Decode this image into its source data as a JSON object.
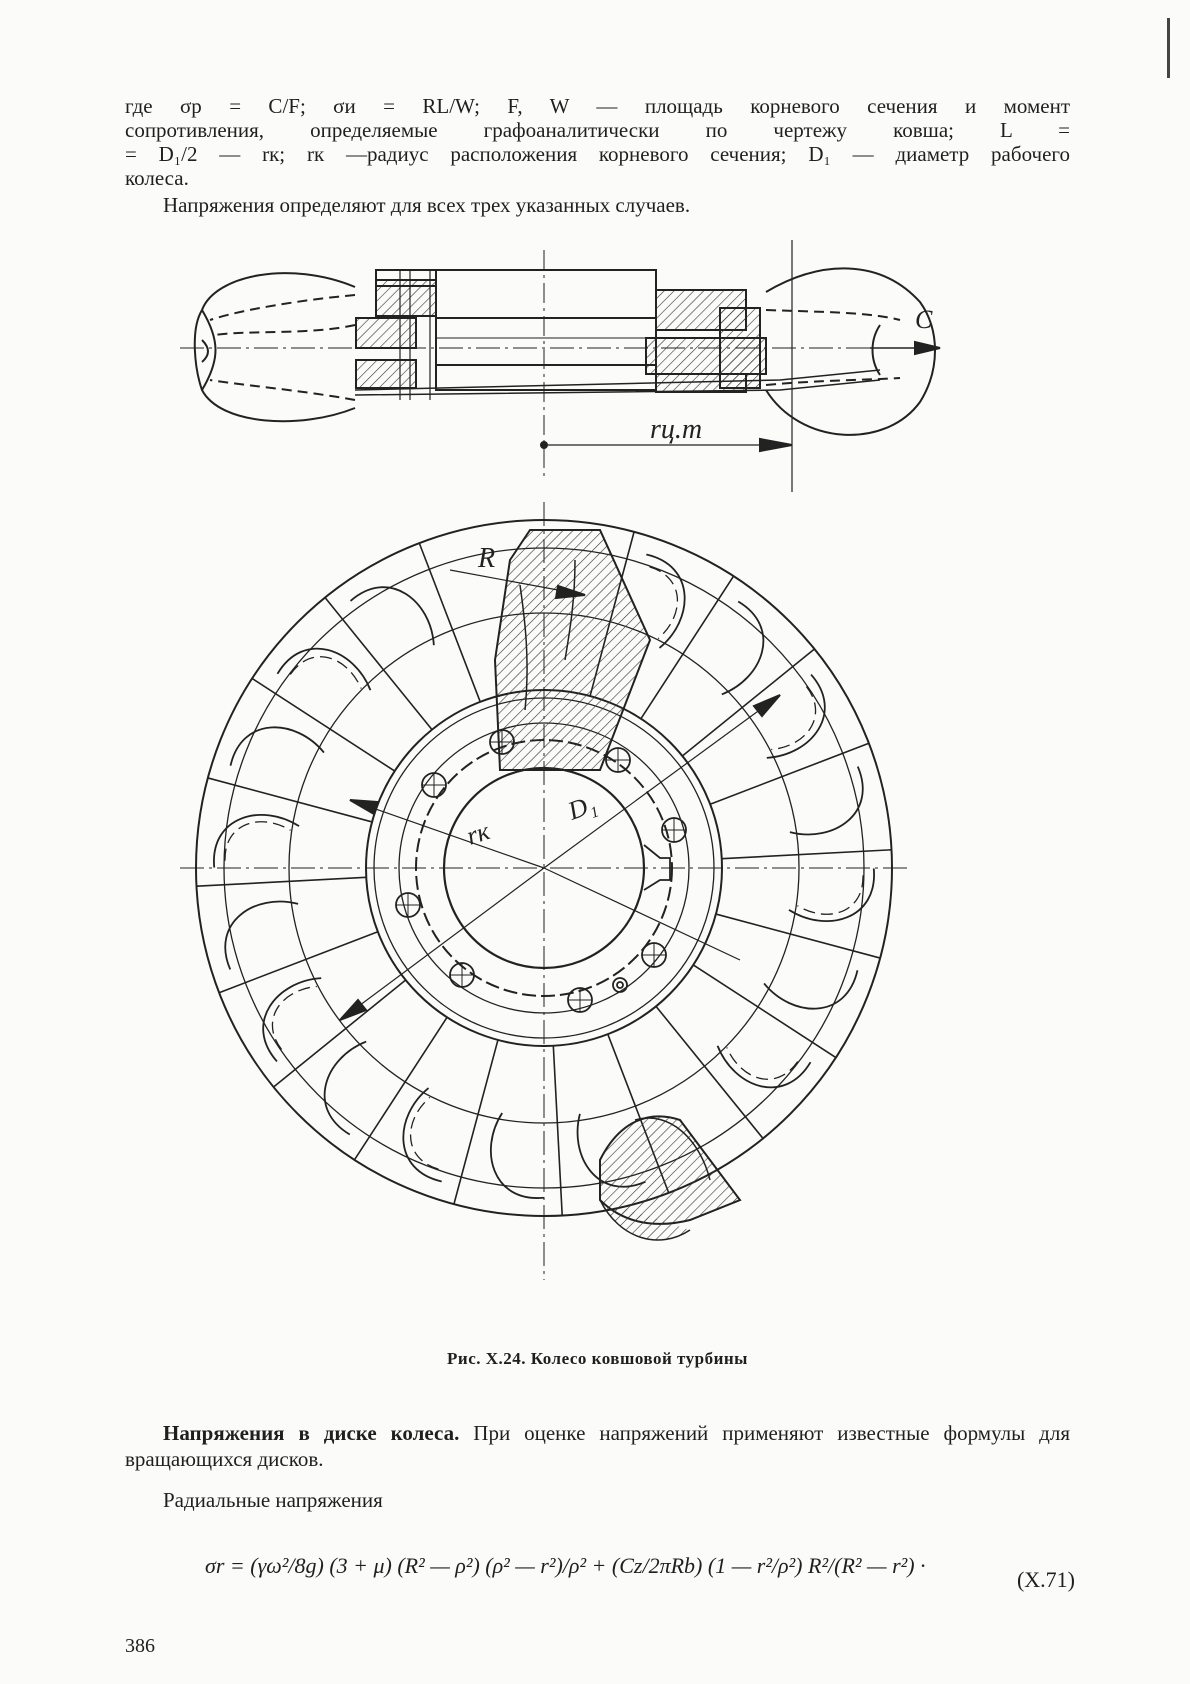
{
  "paragraphs": {
    "p1_lines": [
      "где σр = C/F;  σи = RL/W;  F,  W — площадь корневого сечения и момент",
      "сопротивления,  определяемые  графоаналитически  по  чертежу  ковша;  L =",
      "= D₁/2 — rк; rк —радиус расположения корневого сечения; D₁ — диаметр рабочего",
      "колеса."
    ],
    "p2": "Напряжения определяют для всех трех указанных случаев."
  },
  "figure": {
    "labels": {
      "c": "C",
      "r_ct": "rц.т",
      "R": "R",
      "rk": "rк",
      "d1": "D₁"
    },
    "caption_number": "Рис. X.24.",
    "caption_text": "Колесо ковшовой турбины"
  },
  "section": {
    "heading": "Напряжения в диске колеса.",
    "body": "При оценке напряжений применяют известные формулы для вращающихся дисков.",
    "sub": "Радиальные напряжения"
  },
  "equation": {
    "body": "σr = (γω²/8g) (3 + μ) (R² — ρ²) (ρ² — r²)/ρ² + (Cz/2πRb) (1 — r²/ρ²) R²/(R² — r²) ·",
    "number": "(X.71)"
  },
  "page_number": "386"
}
